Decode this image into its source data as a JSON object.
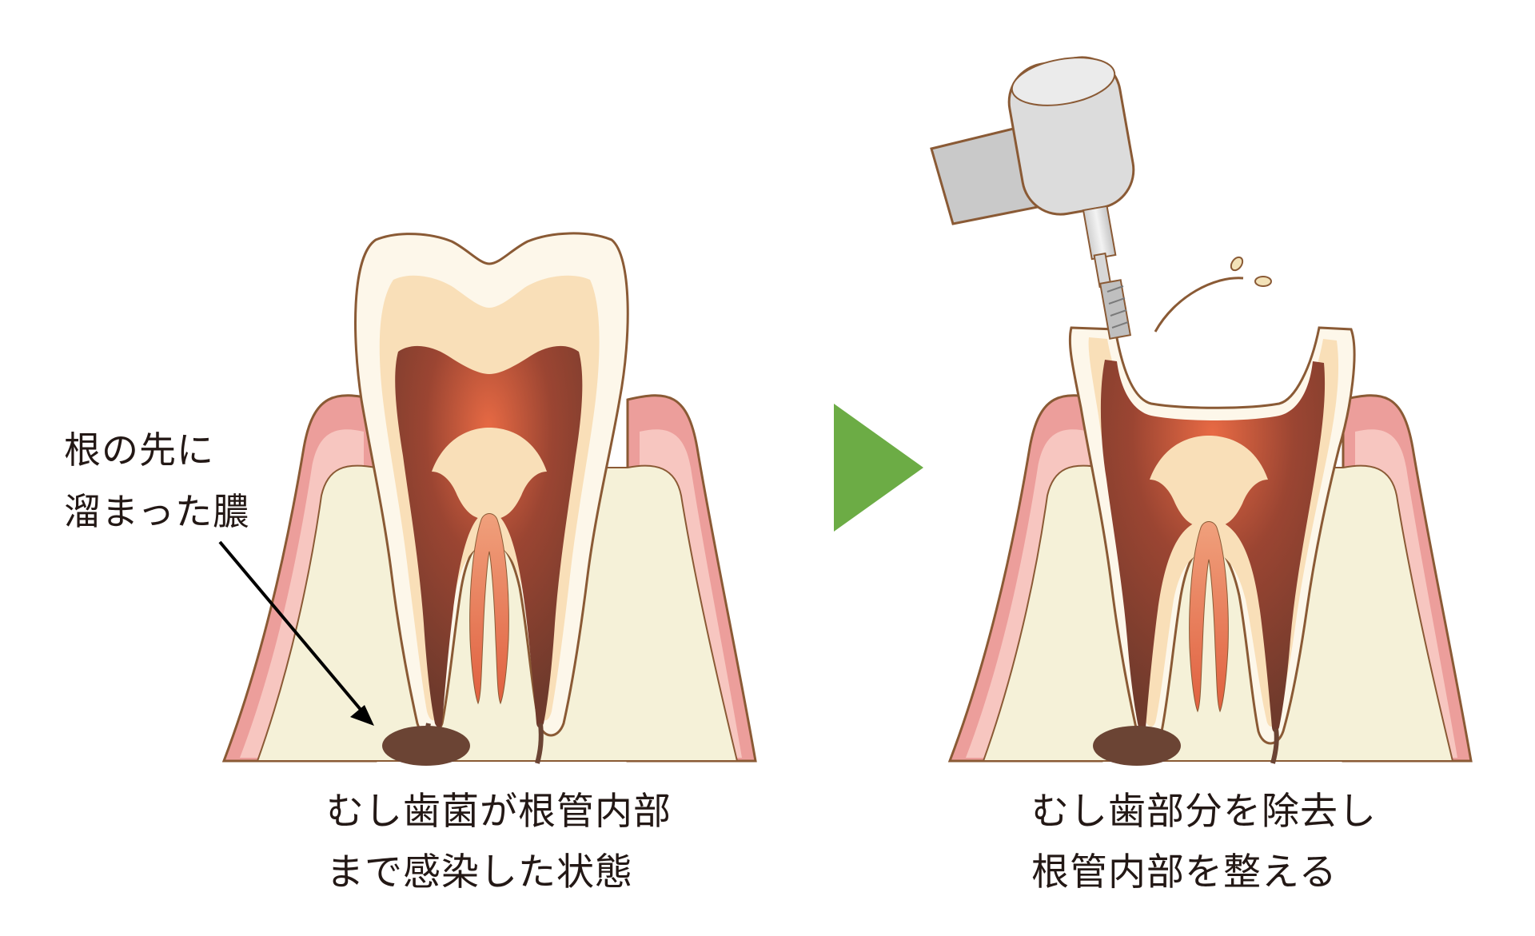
{
  "annotation": {
    "line1": "根の先に",
    "line2": "溜まった膿"
  },
  "left_panel": {
    "caption_line1": "むし歯菌が根管内部",
    "caption_line2": "まで感染した状態"
  },
  "right_panel": {
    "caption_line1": "むし歯部分を除去し",
    "caption_line2": "根管内部を整える"
  },
  "colors": {
    "outline": "#8a5a35",
    "gum": "#ec9e9b",
    "gum_light": "#f7c6c0",
    "bone": "#f5f1d8",
    "enamel": "#fdf7ea",
    "dentin": "#f9dfb8",
    "pulp_infected": "#7e3c2d",
    "pulp_hot": "#e26a47",
    "pus": "#6b4434",
    "arrow": "#6cac45",
    "text": "#231815"
  }
}
